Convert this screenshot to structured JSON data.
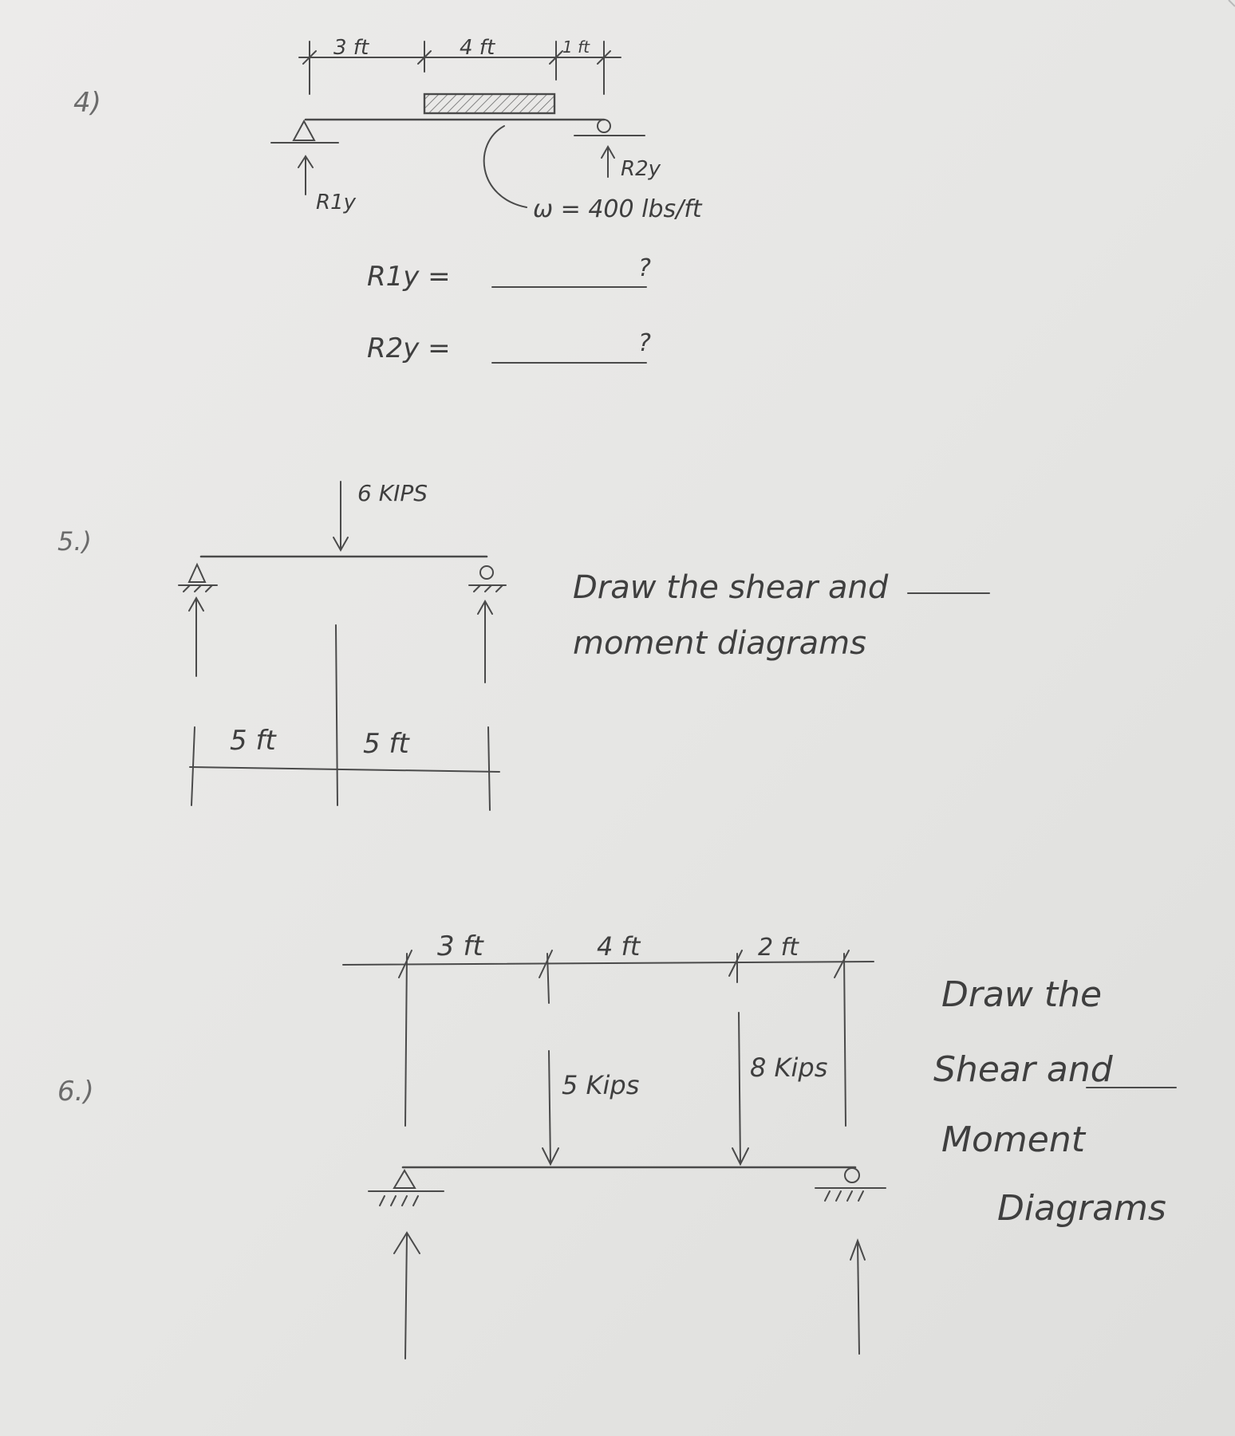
{
  "problem4": {
    "number": "4)",
    "dim_a": "3 ft",
    "dim_b": "4 ft",
    "dim_c": "1 ft",
    "reaction1_label": "R1y",
    "reaction2_label": "R2y",
    "load_label": "ω = 400 lbs/ft",
    "r1_question": "R1y =",
    "r2_question": "R2y =",
    "r1_answer": "?",
    "r2_answer": "?"
  },
  "problem5": {
    "number": "5.)",
    "load_label": "6 KIPS",
    "dim_left": "5 ft",
    "dim_right": "5 ft",
    "instruction_line1": "Draw the shear and",
    "instruction_line2": "moment diagrams"
  },
  "problem6": {
    "number": "6.)",
    "dim_a": "3 ft",
    "dim_b": "4 ft",
    "dim_c": "2 ft",
    "load1_label": "5 Kips",
    "load2_label": "8 Kips",
    "instruction_line1": "Draw the",
    "instruction_line2": "Shear and",
    "instruction_line3": "Moment",
    "instruction_line4": "Diagrams"
  }
}
